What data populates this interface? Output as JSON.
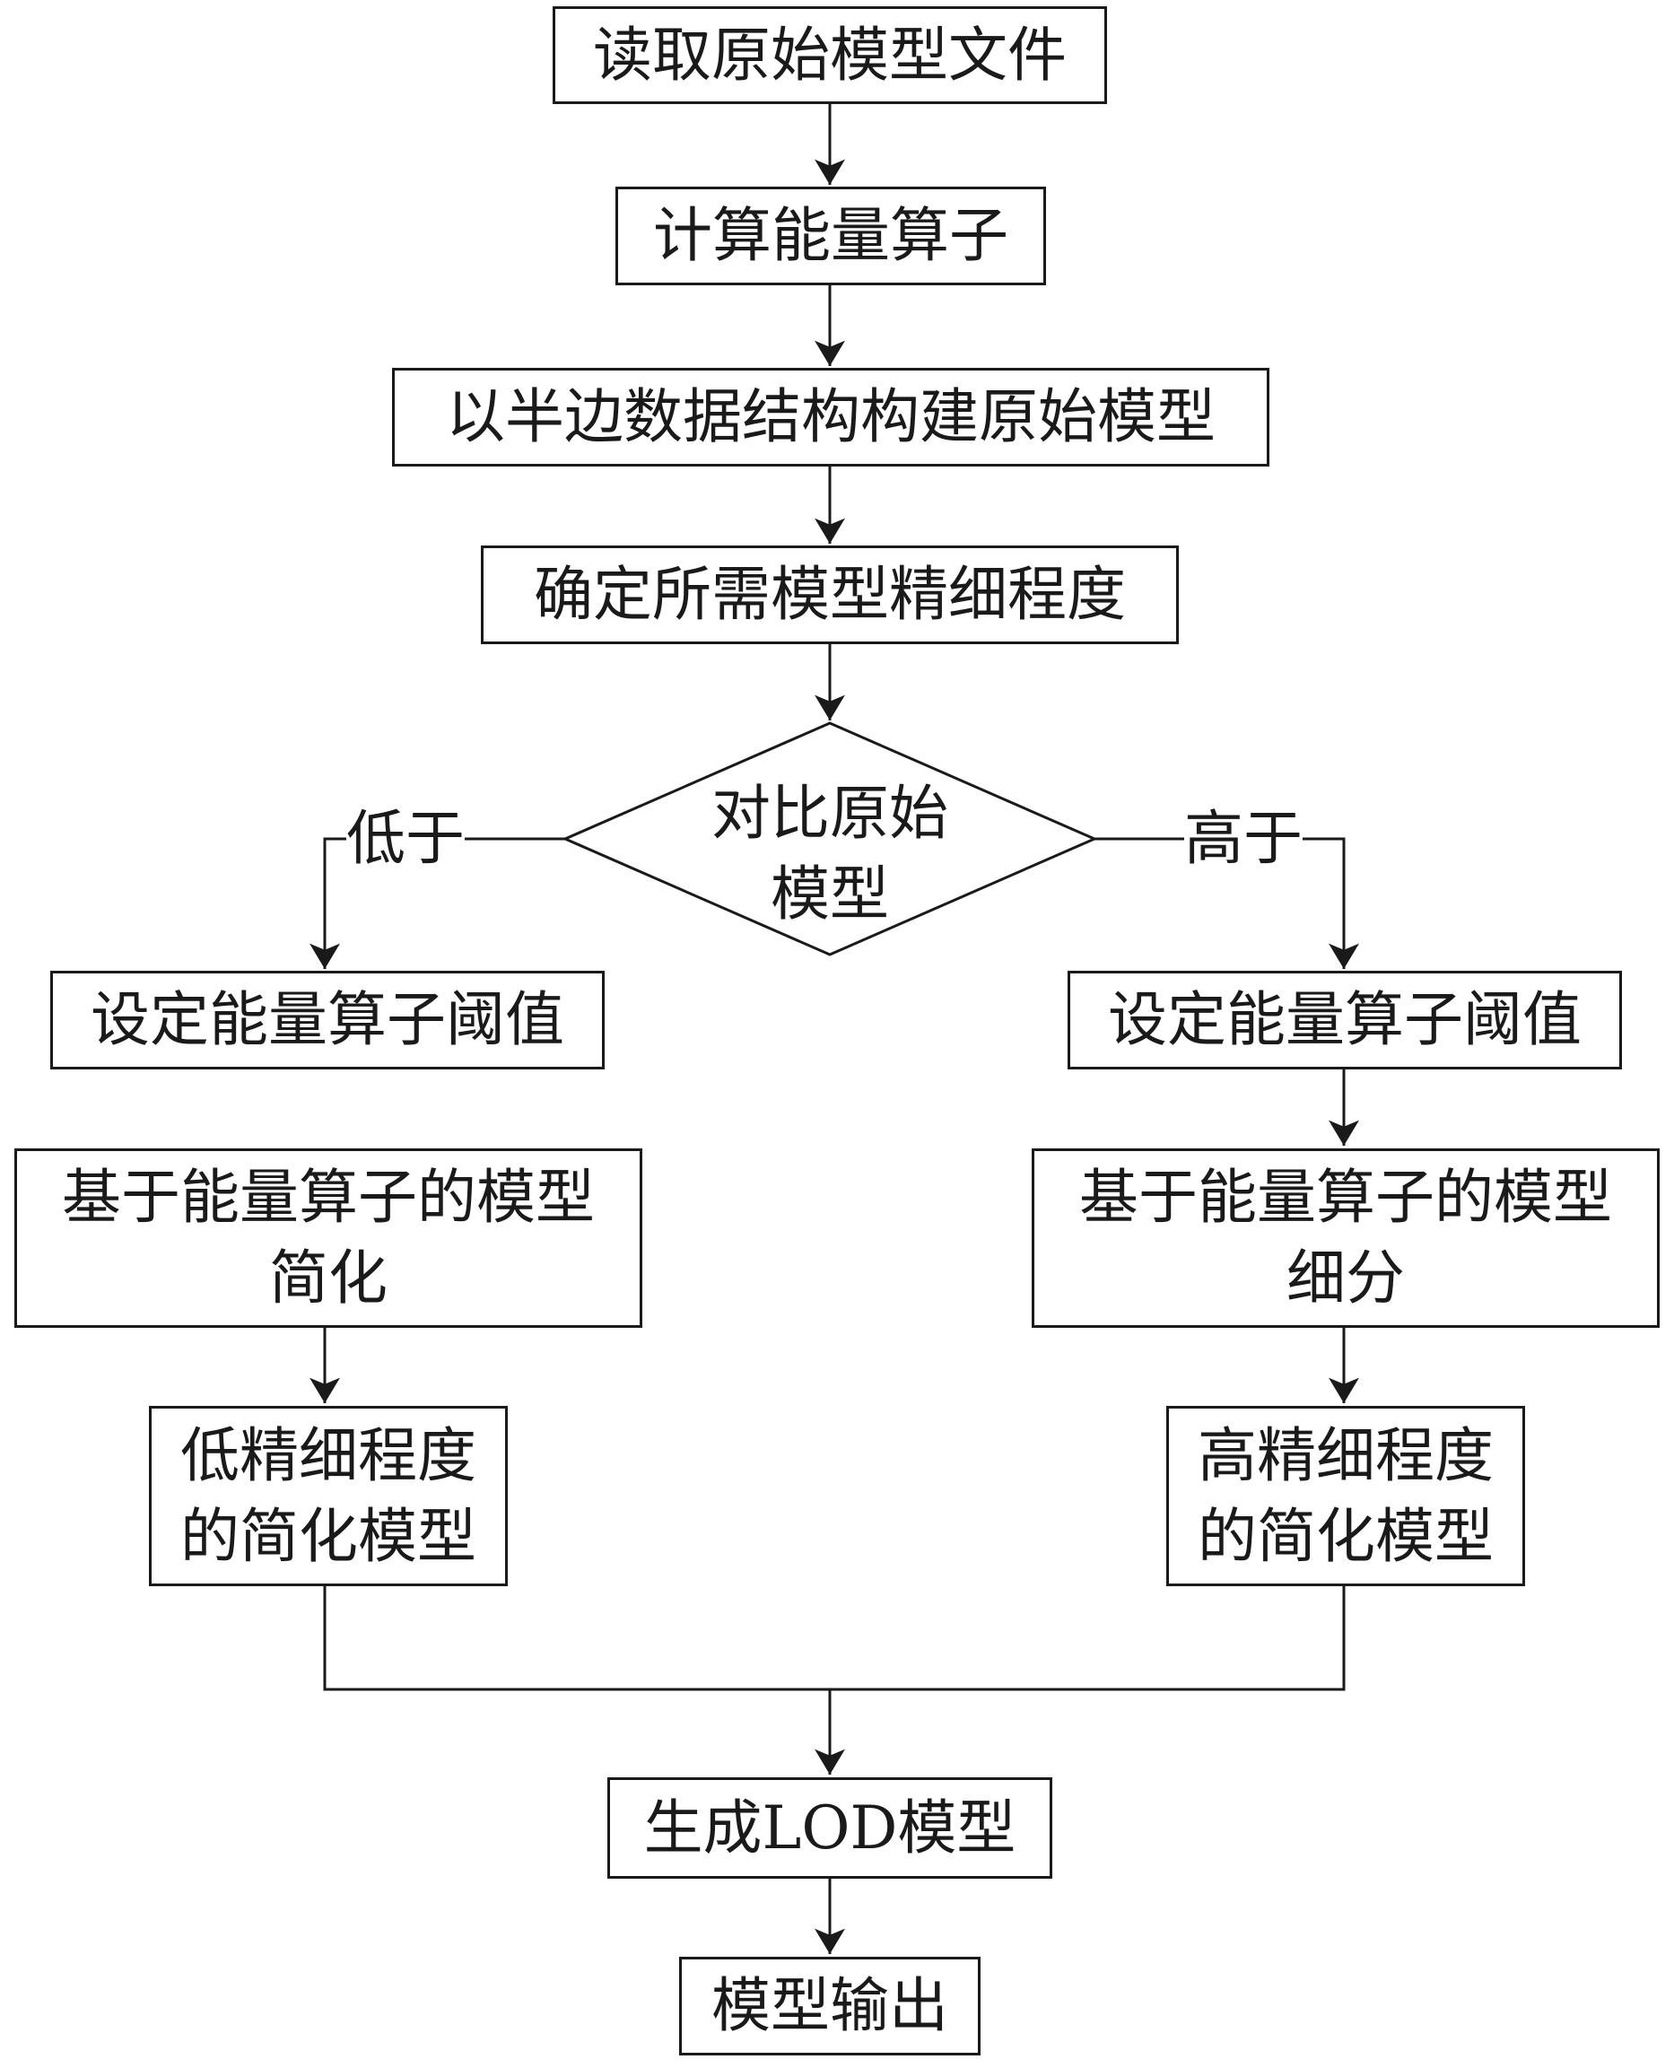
{
  "nodes": {
    "read_file": "读取原始模型文件",
    "compute_energy": "计算能量算子",
    "build_halfedge": "以半边数据结构构建原始模型",
    "set_detail": "确定所需模型精细程度",
    "compare": "对比原始\n模型",
    "threshold_left": "设定能量算子阈值",
    "threshold_right": "设定能量算子阈值",
    "simplify": "基于能量算子的模型\n简化",
    "subdivide": "基于能量算子的模型\n细分",
    "low_model": "低精细程度\n的简化模型",
    "high_model": "高精细程度\n的简化模型",
    "gen_lod": "生成LOD模型",
    "output": "模型输出"
  },
  "edge_labels": {
    "lower": "低于",
    "higher": "高于"
  },
  "colors": {
    "stroke": "#1a1a1a",
    "background": "#ffffff"
  }
}
